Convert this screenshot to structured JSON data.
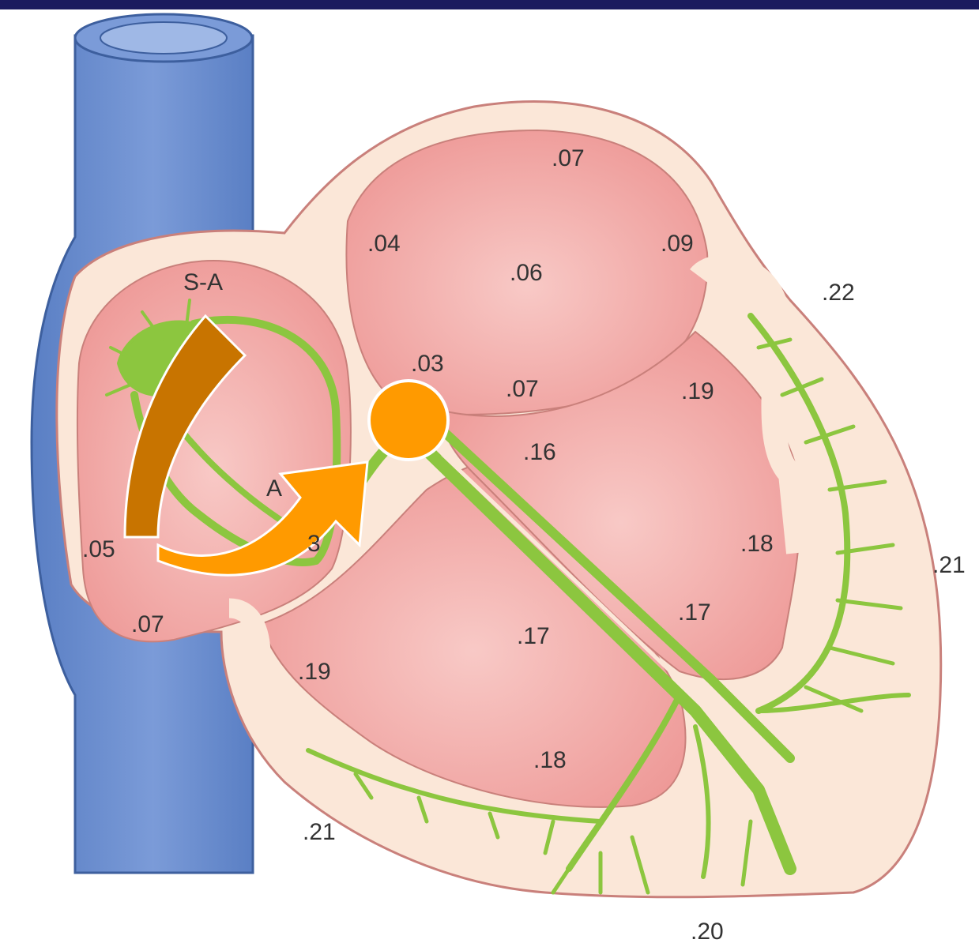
{
  "title": "",
  "colors": {
    "header_bar": "#1a1a5e",
    "vein": "#6b8fd0",
    "wall": "#fbe7d8",
    "chamber": "#f0a1a0",
    "conduction_path": "#8cc63f",
    "sa_arrow": "#c87400",
    "av_arrow": "#ff9a00",
    "av_node_marker": "#ff9a00"
  },
  "labels": {
    "sa_node": "S-A",
    "av_node_partial": "A",
    "av_node_partial2": "3"
  },
  "timings": {
    "t_a1": ".07",
    "t_a2": ".04",
    "t_a3": ".09",
    "t_a4": ".06",
    "t_a5": ".22",
    "t_a6": ".03",
    "t_a7": ".07",
    "t_b1": ".19",
    "t_b2": ".16",
    "t_b3": ".18",
    "t_b4": ".21",
    "t_b5": ".05",
    "t_b6": ".07",
    "t_b7": ".17",
    "t_b8": ".17",
    "t_b9": ".19",
    "t_b10": ".18",
    "t_b11": ".21",
    "t_b12": ".20"
  },
  "icons": {
    "sa_to_av_arrow": "curved-arrow-icon",
    "av_node_marker": "circle-marker-icon"
  }
}
